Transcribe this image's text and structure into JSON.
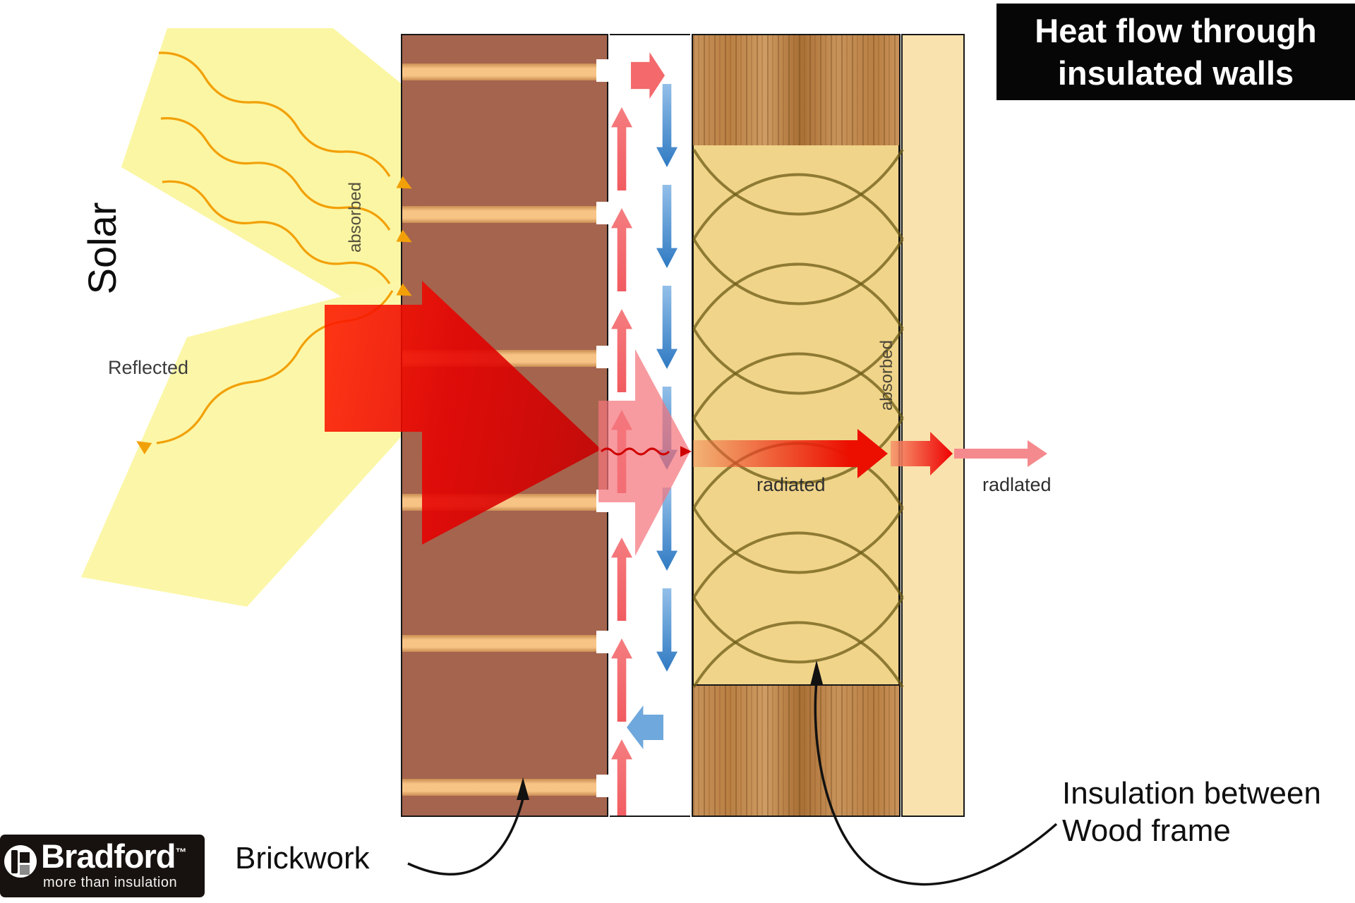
{
  "title": {
    "line1": "Heat flow through",
    "line2": "insulated walls"
  },
  "labels": {
    "solar": "Solar",
    "reflected": "Reflected",
    "absorbed_brick": "absorbed",
    "absorbed_insulation": "absorbed",
    "radiated_insulation": "radiated",
    "radiated_interior": "radlated",
    "brickwork": "Brickwork",
    "insulation_caption_line1": "Insulation between",
    "insulation_caption_line2": "Wood frame"
  },
  "logo": {
    "brand": "Bradford",
    "trademark": "™",
    "tagline": "more than insulation"
  },
  "diagram": {
    "layers": [
      "brickwork",
      "air-gap",
      "wood-frame",
      "insulation",
      "plasterboard"
    ],
    "airgap_arrows": {
      "up_count": 7,
      "down_count": 6,
      "top_cross": "right",
      "bottom_cross": "left"
    }
  },
  "colors": {
    "brick": "#A5644E",
    "mortar": "#F6BE7C",
    "beam_yellow": "#FBF6A3",
    "ray_orange": "#F2A007",
    "hot_red": "#F4696B",
    "cold_blue": "#4C96D7",
    "cold_block": "#6FA8DC",
    "heat_red": "#E60000",
    "pink": "#F4757B",
    "insulation": "#F0D489",
    "batt_line": "#6E5C17",
    "plasterboard": "#F9E2AE",
    "title_bg": "#060606",
    "squiggle_red": "#CF0000"
  }
}
